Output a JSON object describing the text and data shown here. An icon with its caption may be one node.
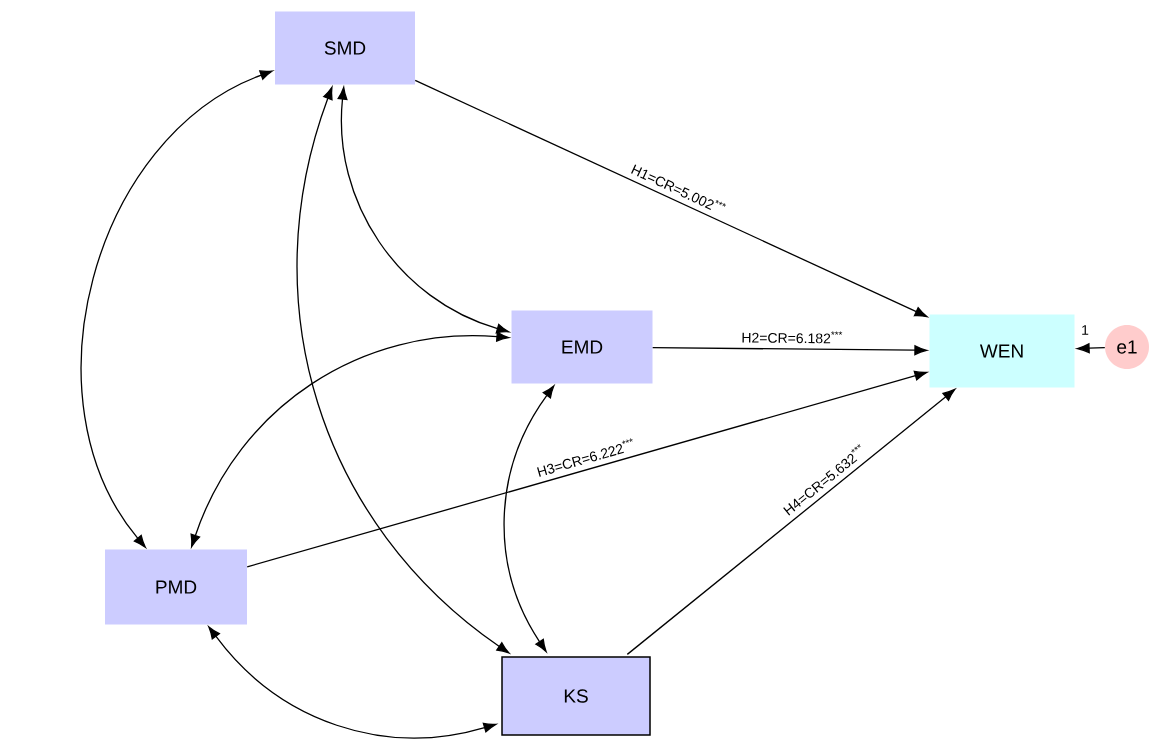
{
  "diagram": {
    "nodes": [
      {
        "text": [
          "SMD"
        ]
      },
      {
        "text": [
          "EMD"
        ]
      },
      {
        "text": [
          "WEN"
        ]
      },
      {
        "text": [
          "e1"
        ]
      },
      {
        "text": [
          "PMD"
        ]
      },
      {
        "text": [
          "KS"
        ]
      }
    ],
    "edges": [
      {
        "from": 0,
        "to": 2,
        "arrow": "to",
        "label": "H1=CR=5.002$^{***}$"
      },
      {
        "from": 1,
        "to": 2,
        "arrow": "to",
        "label": "H2=CR=6.182$^{***}$"
      },
      {
        "from": 4,
        "to": 2,
        "arrow": "to",
        "label": "H3=CR=6.222$^{***}$"
      },
      {
        "from": 5,
        "to": 2,
        "arrow": "to",
        "label": "H4=CR=5.632$^{***}$"
      },
      {
        "from": 3,
        "to": 2,
        "arrow": "to",
        "label": "1"
      },
      {
        "from": 0,
        "to": 4,
        "arrow": "both"
      },
      {
        "from": 0,
        "to": 5,
        "arrow": "both"
      },
      {
        "from": 0,
        "to": 1,
        "arrow": "both"
      },
      {
        "from": 1,
        "to": 4,
        "arrow": "both"
      },
      {
        "from": 1,
        "to": 5,
        "arrow": "both"
      },
      {
        "from": 4,
        "to": 5,
        "arrow": "both"
      }
    ]
  }
}
